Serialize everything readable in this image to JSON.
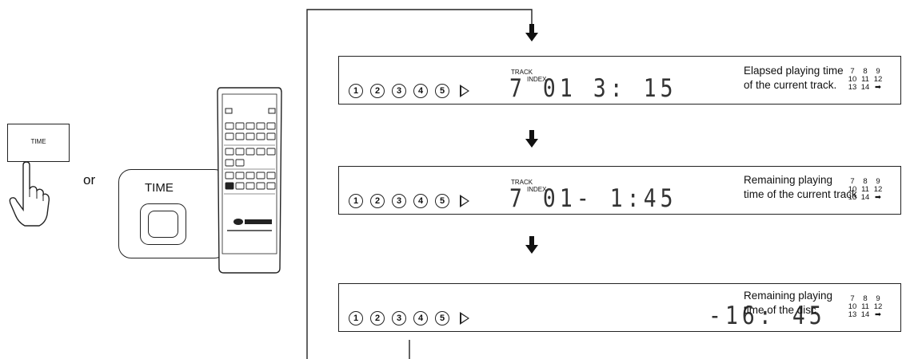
{
  "left": {
    "time_key": "TIME",
    "or": "or",
    "zoom_label": "TIME"
  },
  "track_tag": "TRACK",
  "index_tag": "INDEX",
  "track_grid": [
    "7",
    "8",
    "9",
    "10",
    "11",
    "12",
    "13",
    "14",
    "➡"
  ],
  "disc_numbers": [
    "1",
    "2",
    "3",
    "4",
    "5"
  ],
  "displays": [
    {
      "readout": "7 01  3: 15",
      "description_1": "Elapsed playing time",
      "description_2": "of the current track."
    },
    {
      "readout": "7 01- 1:45",
      "description_1": "Remaining playing",
      "description_2": "time of the current track"
    },
    {
      "readout": "-16: 45",
      "description_1": "Remaining playing",
      "description_2": "time of the disc"
    }
  ]
}
